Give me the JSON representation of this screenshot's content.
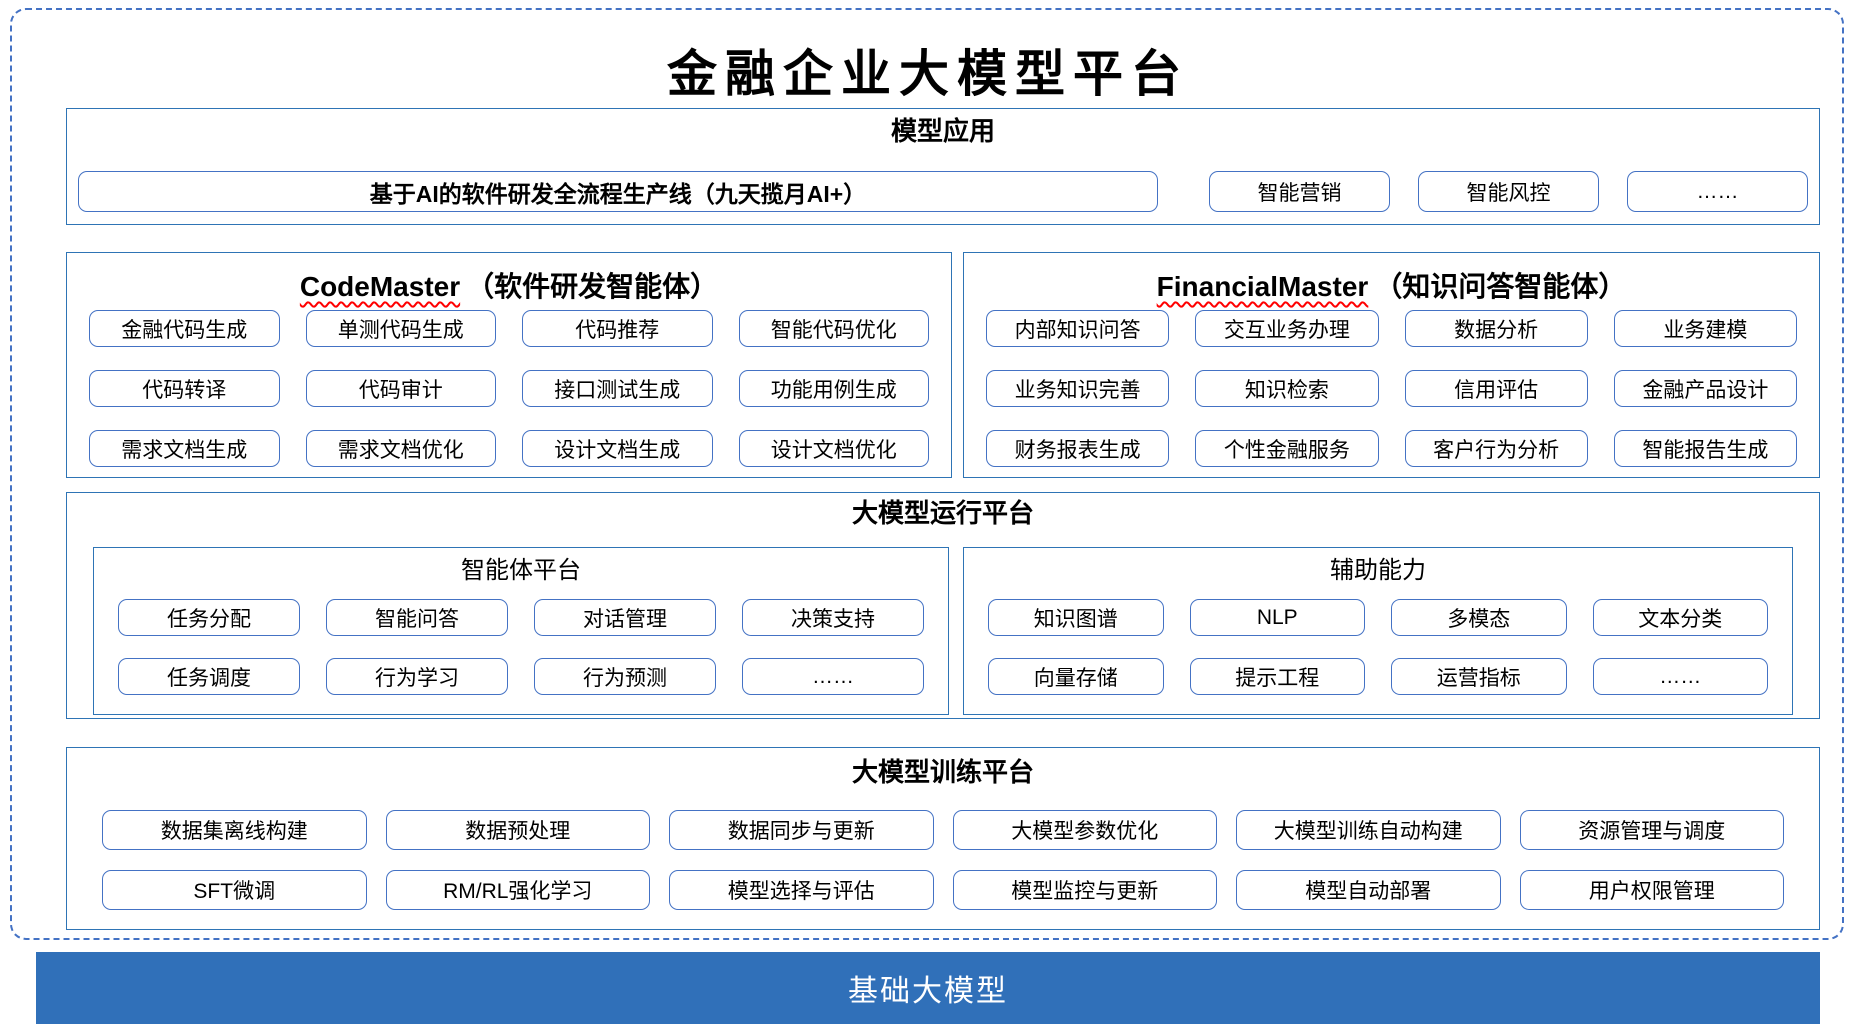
{
  "title": "金融企业大模型平台",
  "colors": {
    "frame_dashed_blue": "#4472C4",
    "section_border_blue": "#2E74B5",
    "item_border_blue": "#4472C4",
    "footer_blue": "#3070B9",
    "squiggle_red": "#FF0000",
    "text_black": "#000000",
    "footer_text_white": "#FFFFFF"
  },
  "sections": {
    "model_app": {
      "title": "模型应用",
      "main_item": "基于AI的软件研发全流程生产线（九天揽月AI+）",
      "items": [
        "智能营销",
        "智能风控",
        "……"
      ]
    },
    "code_master": {
      "title_en": "CodeMaster",
      "title_zh": "（软件研发智能体）",
      "items": [
        "金融代码生成",
        "单测代码生成",
        "代码推荐",
        "智能代码优化",
        "代码转译",
        "代码审计",
        "接口测试生成",
        "功能用例生成",
        "需求文档生成",
        "需求文档优化",
        "设计文档生成",
        "设计文档优化"
      ]
    },
    "financial_master": {
      "title_en": "FinancialMaster",
      "title_zh": "（知识问答智能体）",
      "items": [
        "内部知识问答",
        "交互业务办理",
        "数据分析",
        "业务建模",
        "业务知识完善",
        "知识检索",
        "信用评估",
        "金融产品设计",
        "财务报表生成",
        "个性金融服务",
        "客户行为分析",
        "智能报告生成"
      ]
    },
    "runtime": {
      "title": "大模型运行平台",
      "agent_platform": {
        "title": "智能体平台",
        "items": [
          "任务分配",
          "智能问答",
          "对话管理",
          "决策支持",
          "任务调度",
          "行为学习",
          "行为预测",
          "……"
        ]
      },
      "auxiliary": {
        "title": "辅助能力",
        "items": [
          "知识图谱",
          "NLP",
          "多模态",
          "文本分类",
          "向量存储",
          "提示工程",
          "运营指标",
          "……"
        ]
      }
    },
    "training": {
      "title": "大模型训练平台",
      "items": [
        "数据集离线构建",
        "数据预处理",
        "数据同步与更新",
        "大模型参数优化",
        "大模型训练自动构建",
        "资源管理与调度",
        "SFT微调",
        "RM/RL强化学习",
        "模型选择与评估",
        "模型监控与更新",
        "模型自动部署",
        "用户权限管理"
      ]
    },
    "foundation": {
      "title": "基础大模型"
    }
  }
}
